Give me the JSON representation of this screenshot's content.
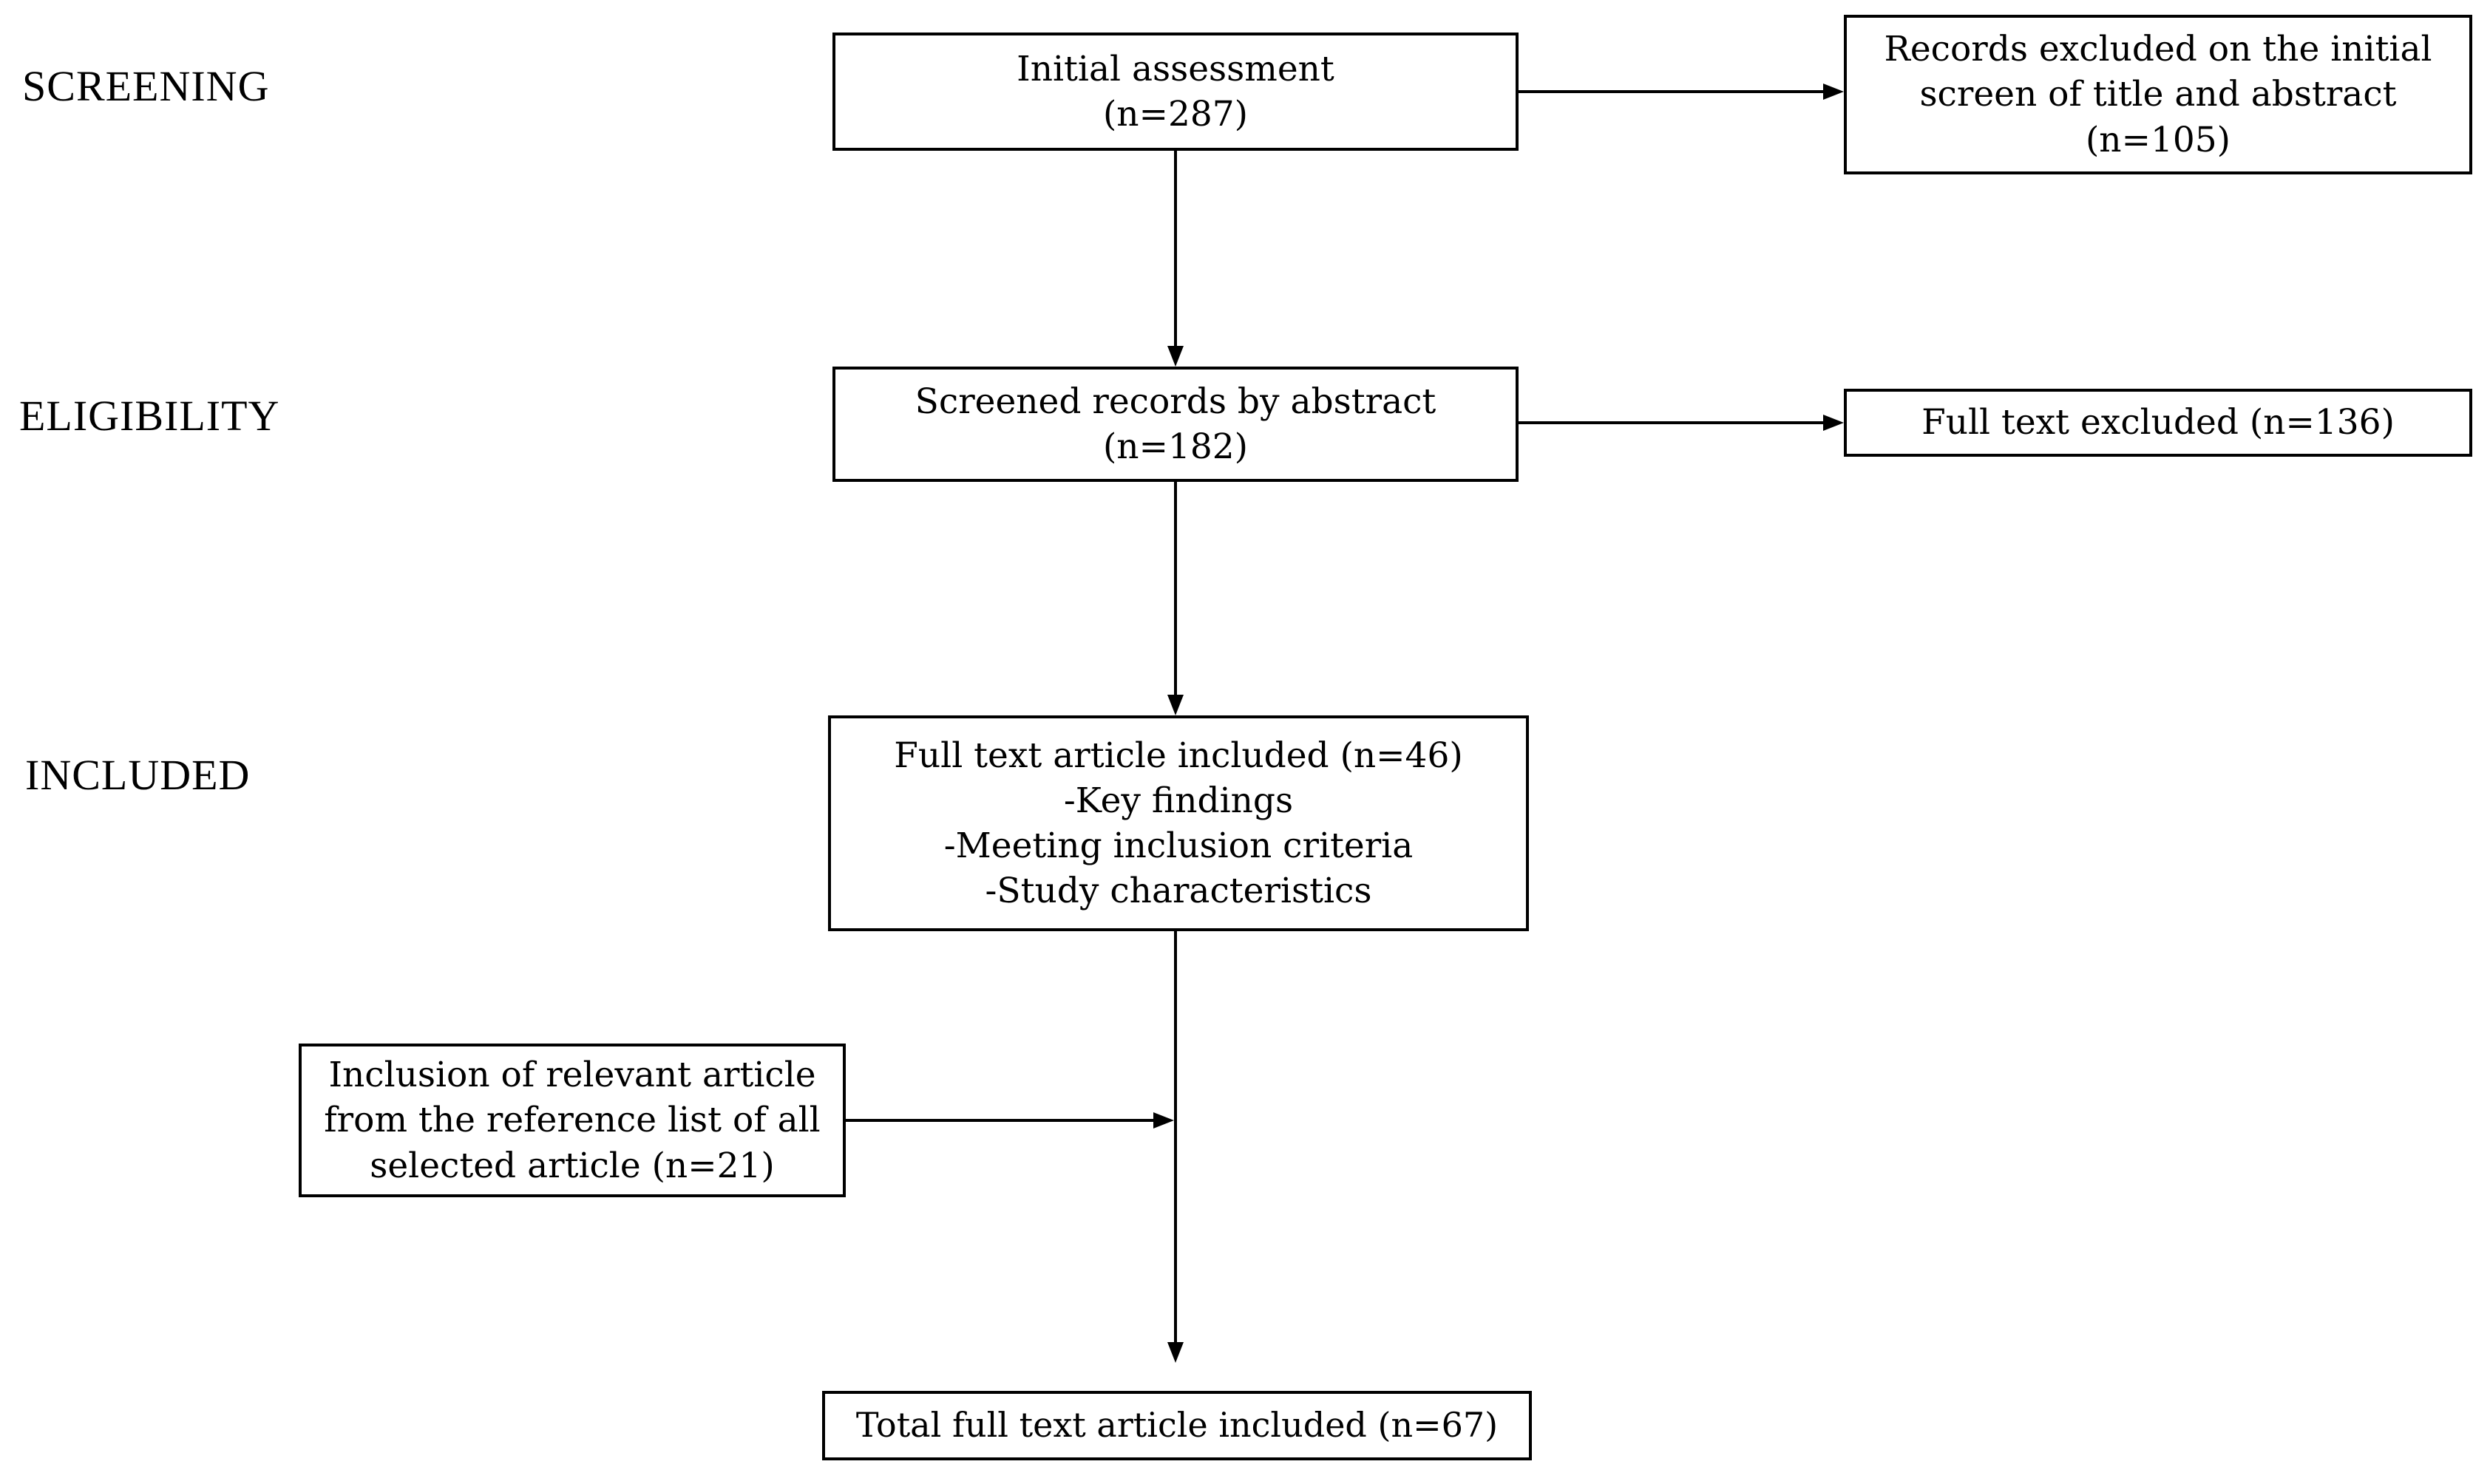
{
  "diagram": {
    "stage_labels": [
      {
        "id": "screening",
        "text": "SCREENING"
      },
      {
        "id": "eligibility",
        "text": "ELIGIBILITY"
      },
      {
        "id": "included",
        "text": "INCLUDED"
      }
    ],
    "boxes": {
      "initial_assessment": {
        "lines": [
          "Initial assessment",
          "(n=287)"
        ]
      },
      "records_excluded": {
        "lines": [
          "Records excluded on the initial",
          "screen of title and abstract",
          "(n=105)"
        ]
      },
      "screened_records": {
        "lines": [
          "Screened records by abstract",
          "(n=182)"
        ]
      },
      "full_text_excluded": {
        "lines": [
          "Full text excluded (n=136)"
        ]
      },
      "full_text_included": {
        "lines": [
          "Full text article included (n=46)",
          "-Key findings",
          "-Meeting inclusion criteria",
          "-Study characteristics"
        ]
      },
      "reference_inclusion": {
        "lines": [
          "Inclusion of relevant article",
          "from the reference list of all",
          "selected article (n=21)"
        ]
      },
      "total_included": {
        "lines": [
          "Total full text article included (n=67)"
        ]
      }
    },
    "colors": {
      "background": "#ffffff",
      "line": "#000000",
      "text": "#000000"
    }
  }
}
